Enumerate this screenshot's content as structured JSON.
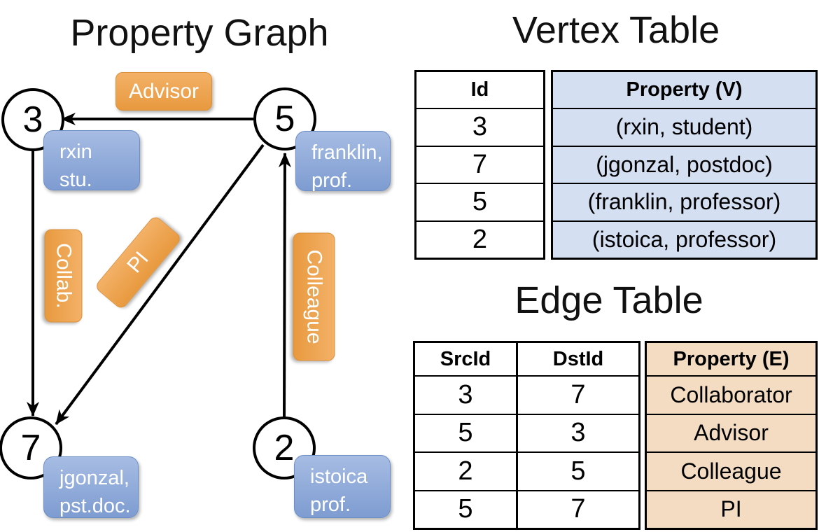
{
  "titles": {
    "graph": "Property Graph",
    "vertex_table": "Vertex Table",
    "edge_table": "Edge Table"
  },
  "graph": {
    "nodes": [
      {
        "id": "3",
        "property_line1": "rxin",
        "property_line2": "stu."
      },
      {
        "id": "5",
        "property_line1": "franklin,",
        "property_line2": "prof."
      },
      {
        "id": "7",
        "property_line1": "jgonzal,",
        "property_line2": "pst.doc."
      },
      {
        "id": "2",
        "property_line1": "istoica",
        "property_line2": "prof."
      }
    ],
    "edge_labels": [
      {
        "label": "Advisor"
      },
      {
        "label": "Collab."
      },
      {
        "label": "PI"
      },
      {
        "label": "Colleague"
      }
    ]
  },
  "vertex_table": {
    "columns": {
      "id": "Id",
      "property": "Property (V)"
    },
    "rows": [
      {
        "id": "3",
        "property": "(rxin, student)"
      },
      {
        "id": "7",
        "property": "(jgonzal, postdoc)"
      },
      {
        "id": "5",
        "property": "(franklin, professor)"
      },
      {
        "id": "2",
        "property": "(istoica, professor)"
      }
    ]
  },
  "edge_table": {
    "columns": {
      "src": "SrcId",
      "dst": "DstId",
      "property": "Property (E)"
    },
    "rows": [
      {
        "src": "3",
        "dst": "7",
        "property": "Collaborator"
      },
      {
        "src": "5",
        "dst": "3",
        "property": "Advisor"
      },
      {
        "src": "2",
        "dst": "5",
        "property": "Colleague"
      },
      {
        "src": "5",
        "dst": "7",
        "property": "PI"
      }
    ]
  },
  "colors": {
    "edge_label_fill_top": "#F3B167",
    "edge_label_fill_bottom": "#E8993E",
    "vertex_property_fill_top": "#A6BCE3",
    "vertex_property_fill_bottom": "#7E9CD1",
    "vertex_table_cell_fill": "#D4DFF1",
    "edge_table_cell_fill": "#F3DCC2"
  }
}
